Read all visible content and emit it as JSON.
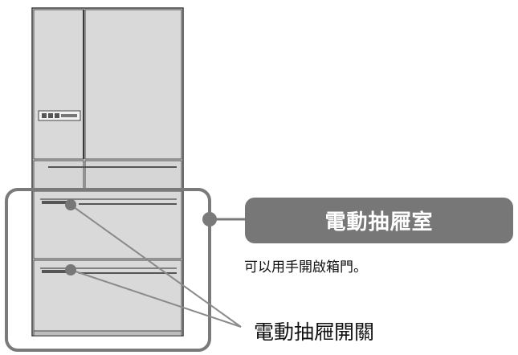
{
  "callout": {
    "title": "電動抽屜室",
    "description": "可以用手開啟箱門。"
  },
  "switch_label": "電動抽屜開關",
  "colors": {
    "frame": "#7a7a7a",
    "fridge_body": "#d9d9d9",
    "fridge_outline": "#3a3a3a",
    "callout_fill": "#777777",
    "leader": "#8a8a8a"
  },
  "icons": [
    "refrigerator",
    "control-panel",
    "drawer-switch-dot"
  ]
}
